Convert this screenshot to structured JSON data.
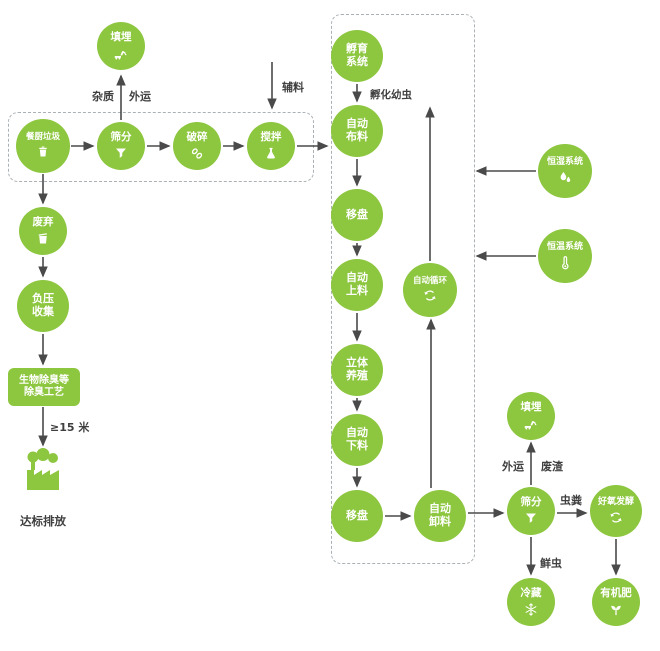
{
  "nodes": {
    "landfill_top": "填埋",
    "kitchen_waste": "餐厨垃圾",
    "screening_top": "筛分",
    "crushing": "破碎",
    "mixing": "搅拌",
    "discard": "废弃",
    "negative_pressure": "负压收集",
    "deodorize": "生物除臭等除臭工艺",
    "discharge_caption": "达标排放",
    "incubation": "孵育系统",
    "auto_spread": "自动布料",
    "tray_move_1": "移盘",
    "auto_feed": "自动上料",
    "auto_cycle": "自动循环",
    "stereo_breed": "立体养殖",
    "auto_down": "自动下料",
    "tray_move_2": "移盘",
    "auto_unload": "自动卸料",
    "humidity_system": "恒湿系统",
    "temperature_system": "恒温系统",
    "landfill_bottom": "填埋",
    "screening_bottom": "筛分",
    "aerobic_ferment": "好氧发酵",
    "cold_storage": "冷藏",
    "organic_fertilizer": "有机肥"
  },
  "labels": {
    "impurities": "杂质",
    "outbound_top": "外运",
    "auxiliary": "辅料",
    "hatch_larvae": "孵化幼虫",
    "distance": "≥15 米",
    "outbound_bottom": "外运",
    "waste_residue": "废渣",
    "insect_manure": "虫粪",
    "fresh_insects": "鲜虫"
  },
  "colors": {
    "green": "#8dc63f",
    "text": "#3f3f3f",
    "arrow": "#4a4a4a",
    "dash": "#aab0b4"
  }
}
